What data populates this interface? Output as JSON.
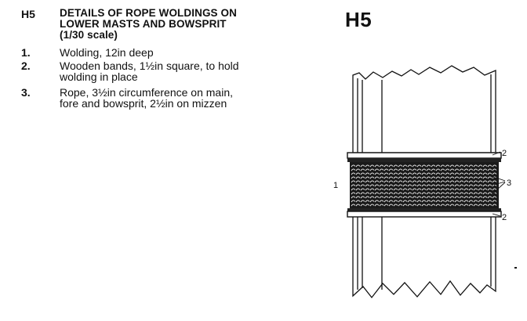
{
  "figure": {
    "code": "H5",
    "title": "DETAILS OF ROPE WOLDINGS ON\nLOWER MASTS AND BOWSPRIT\n(1/30 scale)",
    "items": [
      {
        "num": "1.",
        "text": "Wolding, 12in deep"
      },
      {
        "num": "2.",
        "text": "Wooden bands, 1½in square, to hold\nwolding in place"
      },
      {
        "num": "3.",
        "text": "Rope, 3½in circumference on main,\nfore and bowsprit, 2½in on mizzen"
      }
    ],
    "big_code": "H5"
  },
  "callouts": {
    "wolding": "1",
    "band_top": "2",
    "rope": "3",
    "band_bottom": "2"
  }
}
